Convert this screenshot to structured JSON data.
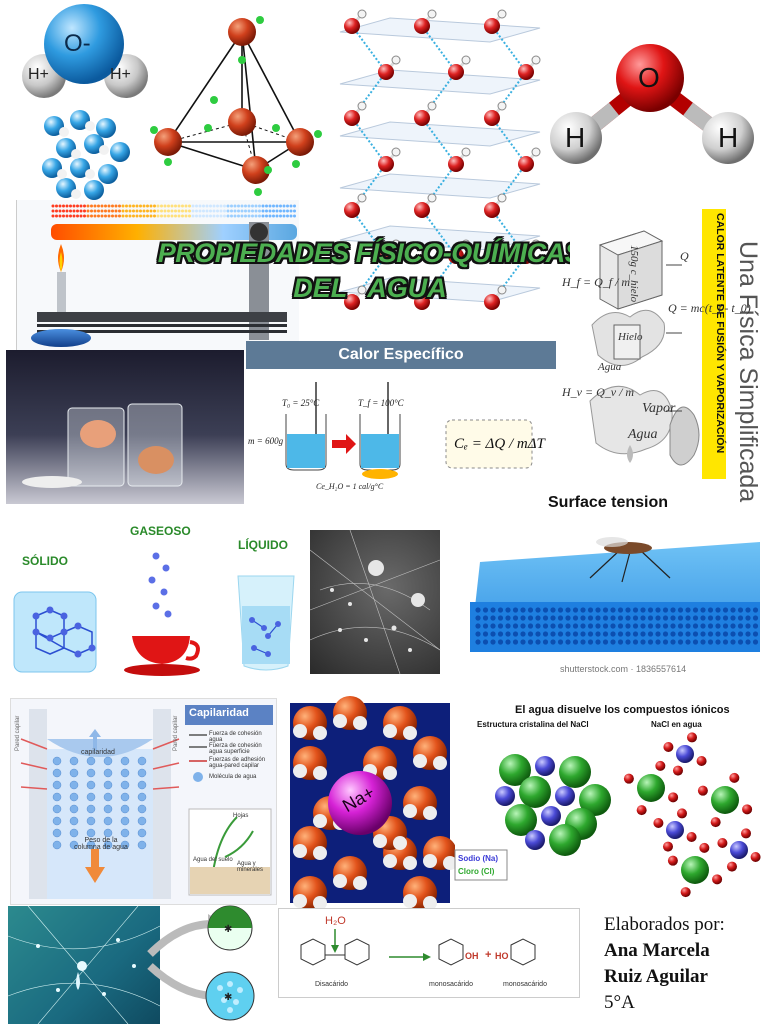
{
  "poster": {
    "title_line1": "PROPIEDADES FÍSICO-QUÍMICAS",
    "title_line2": "DEL AGUA"
  },
  "molecule_oh": {
    "o_label": "O-",
    "h1_label": "H+",
    "h2_label": "H+"
  },
  "molecule_h2o": {
    "o_label": "O",
    "h1_label": "H",
    "h2_label": "H"
  },
  "specific_heat": {
    "banner": "Calor Específico",
    "t0": "T₀ = 25°C",
    "tf": "T_f = 100°C",
    "mass": "m = 600g",
    "ce_water": "Ce_H₂O = 1 cal/g°C",
    "formula": "Cₑ = ΔQ / mΔT"
  },
  "latent_heat": {
    "side_title": "Una Física Simplificada",
    "yellow_band": "CALOR LATENTE DE FUSIÓN Y VAPORIZACIÓN",
    "block_label": "150g c_hielo",
    "hielo": "Hielo",
    "agua1": "Agua",
    "vapor": "Vapor",
    "agua2": "Agua",
    "formula_hf": "H_f = Q_f / m",
    "formula_hv": "H_v = Q_v / m",
    "formula_q": "Q = mc(t_f - t_0)",
    "q_label": "Q"
  },
  "states": {
    "solid": "SÓLIDO",
    "gas": "GASEOSO",
    "liquid": "LÍQUIDO"
  },
  "surface_tension": {
    "title": "Surface tension",
    "credit": "shutterstock.com · 1836557614"
  },
  "capillarity": {
    "title": "Capilaridad",
    "label_capilaridad": "capilaridad",
    "label_weight": "Peso de la columna de agua",
    "wall_left": "Pared capilar",
    "wall_right": "Pared capilar",
    "legend": [
      "Fuerza de cohesión agua",
      "Fuerza de cohesión agua superficie",
      "Fuerzas de adhesión agua-pared capilar",
      "Molécula de agua"
    ],
    "plant_labels": [
      "Hojas",
      "Agua del suelo",
      "Agua y minerales"
    ]
  },
  "ionic": {
    "title": "El agua disuelve los compuestos iónicos",
    "left_caption": "Estructura cristalina del NaCl",
    "right_caption": "NaCl en agua",
    "legend_na": "Sodio (Na)",
    "legend_cl": "Cloro (Cl)",
    "na_label": "Na+"
  },
  "hydrolysis": {
    "reagent": "H₂O",
    "left_label": "Disacárido",
    "mid_label": "monosacárido",
    "right_label": "monosacárido",
    "oh": "OH",
    "ho": "HO",
    "plus": "+"
  },
  "credits": {
    "line1": "Elaborados por:",
    "line2": "Ana Marcela",
    "line3": "Ruiz Aguilar",
    "line4": "5°A"
  },
  "colors": {
    "oxygen_red": "#c0392b",
    "oxygen_blue": "#2f9be0",
    "hydrogen_gray": "#d9d9d9",
    "banner_blue": "#5d7a96",
    "yellow_band": "#ffe600",
    "title_fill": "#4caf50",
    "title_stroke": "#111111"
  }
}
